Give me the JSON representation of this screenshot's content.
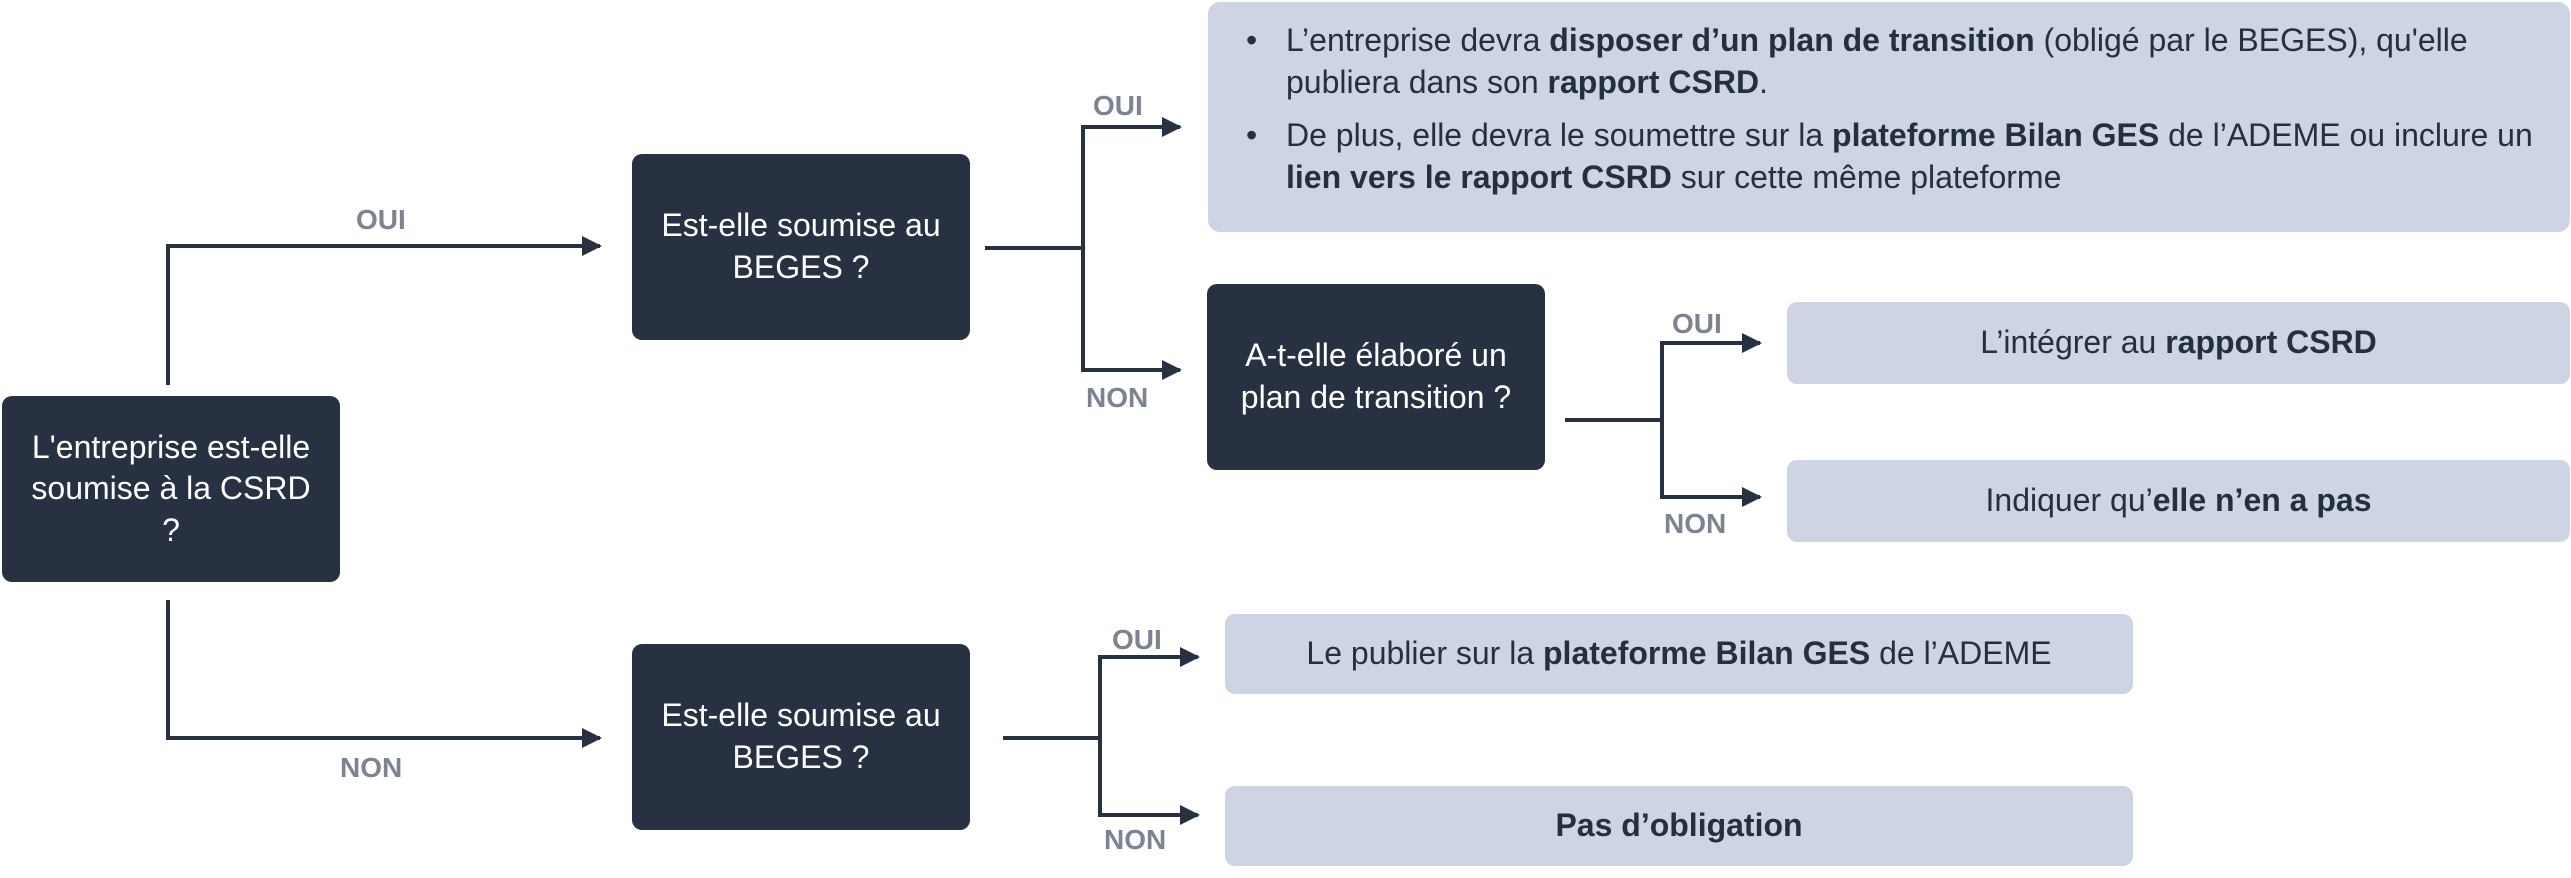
{
  "questions": {
    "csrd": "L'entreprise est-elle soumise à la CSRD ?",
    "beges_top": "Est-elle soumise au BEGES ?",
    "beges_bottom": "Est-elle soumise au BEGES ?",
    "plan": "A-t-elle élaboré un plan de transition ?"
  },
  "labels": {
    "oui": "OUI",
    "non": "NON"
  },
  "outcomes": {
    "bullet1": {
      "t1": "L’entreprise devra ",
      "b1": "disposer d’un plan de transition",
      "t2": " (obligé par le BEGES), qu'elle publiera dans son ",
      "b2": "rapport CSRD",
      "t3": "."
    },
    "bullet2": {
      "t1": "De plus, elle devra le soumettre sur la ",
      "b1": "plateforme Bilan GES",
      "t2": " de l’ADEME ou inclure un ",
      "b2": "lien vers le rapport CSRD",
      "t3": " sur cette même plateforme"
    },
    "integrate": {
      "t1": "L’intégrer au ",
      "b1": "rapport CSRD"
    },
    "none": {
      "t1": "Indiquer qu’",
      "b1": "elle n’en a pas"
    },
    "publish": {
      "t1": "Le publier sur la ",
      "b1": "plateforme Bilan GES",
      "t2": " de l’ADEME"
    },
    "no_obligation": {
      "b1": "Pas d’obligation"
    }
  },
  "colors": {
    "question_bg": "#273142",
    "outcome_bg": "#cdd4e3",
    "label": "#7c8391",
    "connector": "#273142"
  }
}
